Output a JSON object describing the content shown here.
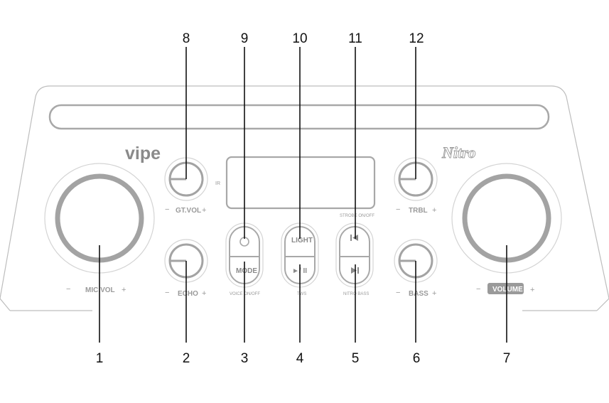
{
  "device": {
    "brand_logo": "vipe",
    "brand_logo_2": "Nitro",
    "ir_label": "IR"
  },
  "knobs": {
    "mic_vol": "MIC.VOL",
    "gt_vol": "GT.VOL",
    "echo": "ECHO",
    "trbl": "TRBL",
    "bass": "BASS",
    "volume": "VOLUME",
    "minus": "−",
    "plus": "+"
  },
  "buttons": {
    "mode": "MODE",
    "mode_sub": "VOICE ON/OFF",
    "light": "LIGHT",
    "play_pause": "►/ II",
    "play_sub": "TWS",
    "prev_top": "STROBE ON/OFF",
    "next_sub": "NITRO BASS"
  },
  "callouts": {
    "n1": "1",
    "n2": "2",
    "n3": "3",
    "n4": "4",
    "n5": "5",
    "n6": "6",
    "n7": "7",
    "n8": "8",
    "n9": "9",
    "n10": "10",
    "n11": "11",
    "n12": "12"
  }
}
